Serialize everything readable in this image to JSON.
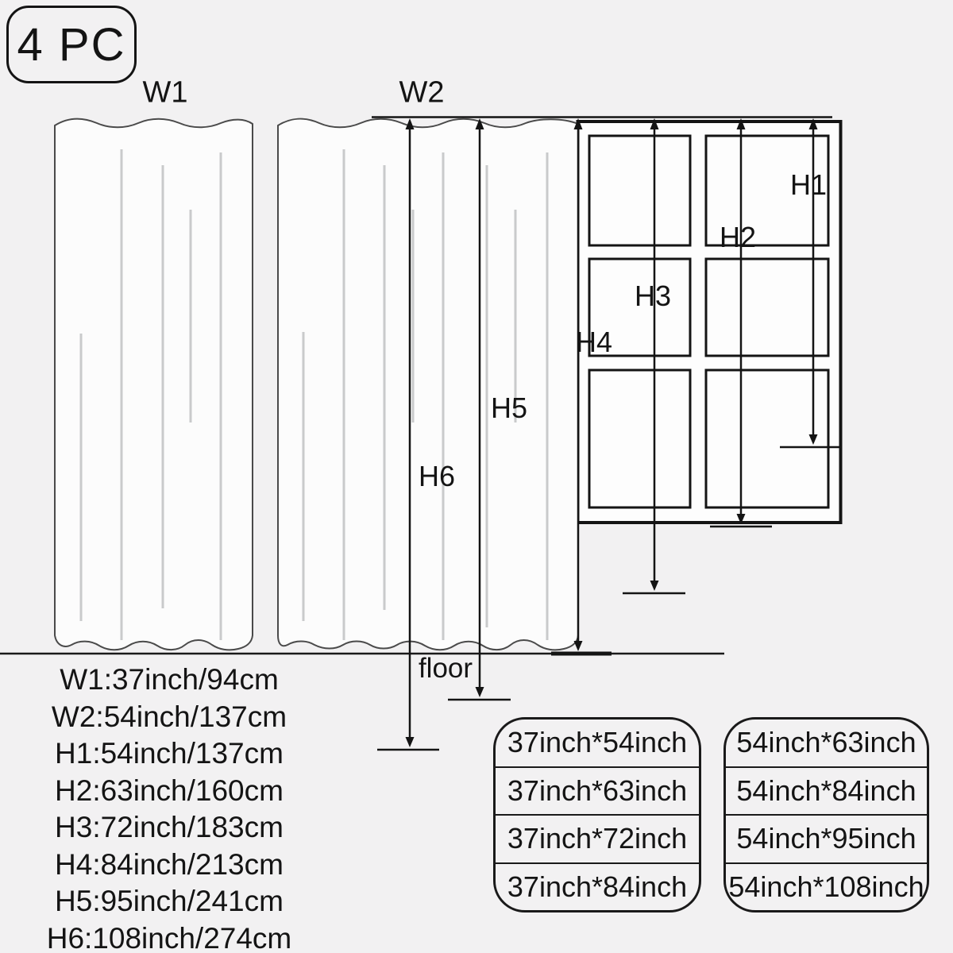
{
  "badge": {
    "label": "4 PC"
  },
  "width_labels": {
    "w1": "W1",
    "w2": "W2"
  },
  "height_labels": {
    "h1": "H1",
    "h2": "H2",
    "h3": "H3",
    "h4": "H4",
    "h5": "H5",
    "h6": "H6"
  },
  "floor_label": "floor",
  "measurements": [
    "W1:37inch/94cm",
    "W2:54inch/137cm",
    "H1:54inch/137cm",
    "H2:63inch/160cm",
    "H3:72inch/183cm",
    "H4:84inch/213cm",
    "H5:95inch/241cm",
    "H6:108inch/274cm"
  ],
  "size_table_left": {
    "rows": [
      "37inch*54inch",
      "37inch*63inch",
      "37inch*72inch",
      "37inch*84inch"
    ]
  },
  "size_table_right": {
    "rows": [
      "54inch*63inch",
      "54inch*84inch",
      "54inch*95inch",
      "54inch*108inch"
    ]
  },
  "colors": {
    "background": "#f2f1f2",
    "line": "#141414",
    "curtain_fill": "#fcfcfc",
    "curtain_edge": "#4a4a4a",
    "fold_line": "#c9cacb"
  }
}
